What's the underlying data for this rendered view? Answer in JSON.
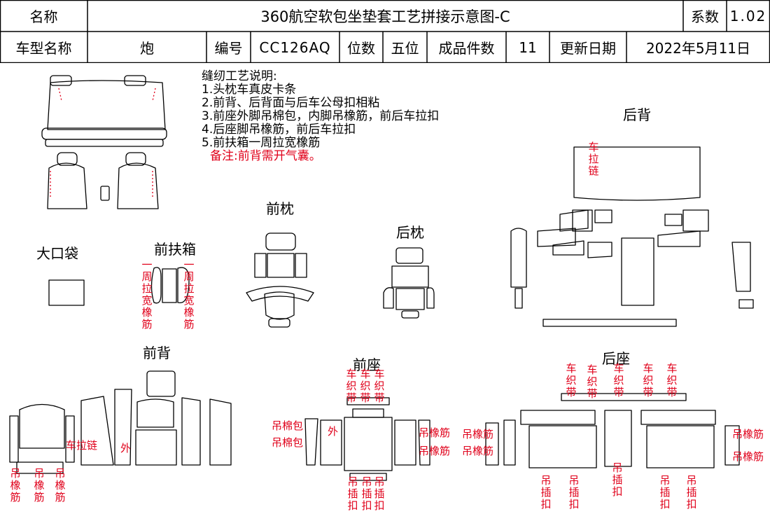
{
  "header": {
    "name_label": "名称",
    "title": "360航空软包坐垫套工艺拼接示意图-C",
    "coef_label": "系数",
    "coef_value": "1.02",
    "model_label": "车型名称",
    "model_value": "炮",
    "code_label": "编号",
    "code_value": "CC126AQ",
    "seats_label": "位数",
    "seats_value": "五位",
    "pieces_label": "成品件数",
    "pieces_value": "11",
    "date_label": "更新日期",
    "date_value": "2022年5月11日"
  },
  "notes": {
    "title": "缝纫工艺说明:",
    "items": [
      "1.头枕车真皮卡条",
      "2.前背、后背面与后车公母扣相粘",
      "3.前座外脚吊棉包，内脚吊橡筋，前后车拉扣",
      "4.后座脚吊橡筋，前后车拉扣",
      "5.前扶箱一周拉宽橡筋"
    ],
    "remark": "备注:前背需开气囊。"
  },
  "sections": {
    "big_pocket": "大口袋",
    "front_armrest": "前扶箱",
    "front_headrest": "前枕",
    "rear_headrest": "后枕",
    "rear_back": "后背",
    "front_back": "前背",
    "front_seat": "前座",
    "rear_seat": "后座"
  },
  "labels": {
    "zhou_la_kuan_xiang_jin": "一周拉宽橡筋",
    "che_la_lian": "车拉链",
    "che_la_lian_inline": "车拉链",
    "wai": "外",
    "diao_xiang_jin": "吊橡筋",
    "che_zhi_dai": "车织带",
    "diao_mian_bao": "吊棉包",
    "diao_cha_kou": "吊插扣"
  },
  "colors": {
    "annotation": "#e0001a",
    "watermark": "#e7a8c6",
    "outline": "#000000"
  }
}
